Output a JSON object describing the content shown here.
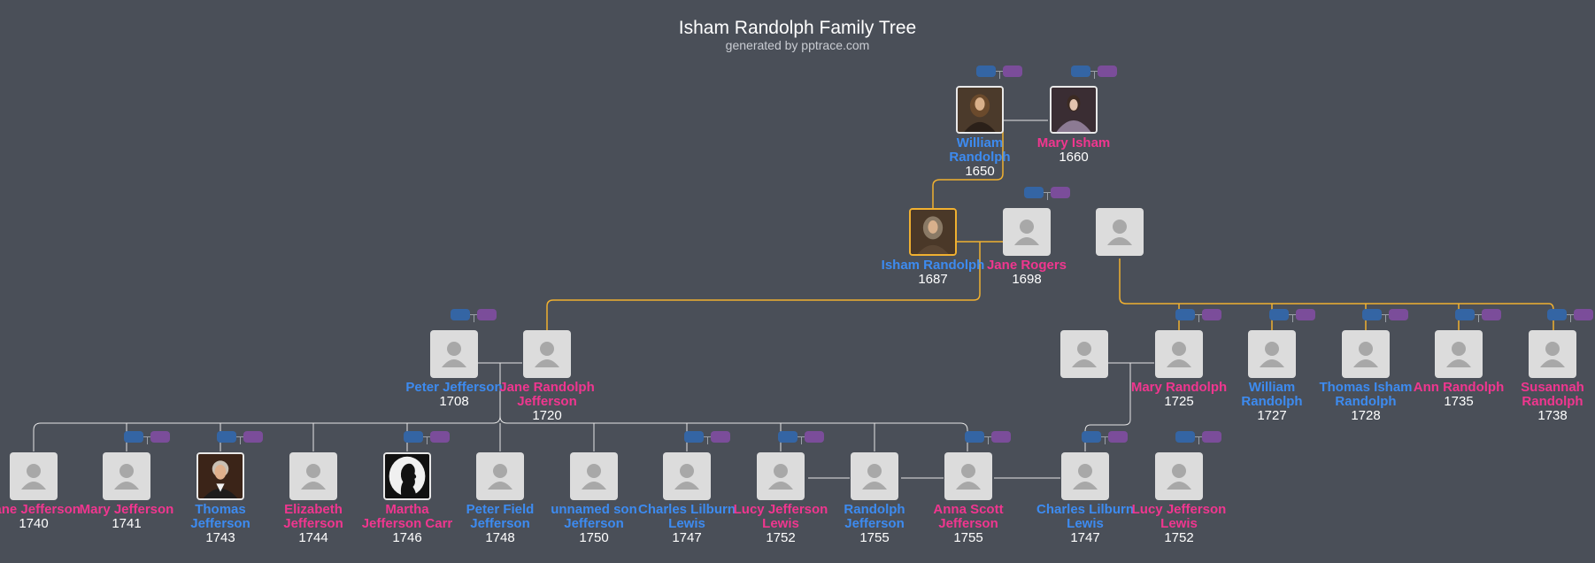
{
  "header": {
    "title": "Isham Randolph Family Tree",
    "subtitle": "generated by pptrace.com"
  },
  "colors": {
    "background": "#4a4f58",
    "male": "#3d8bf0",
    "female": "#f0368f",
    "ancestor_line": "#f0b030",
    "line": "#ffffff"
  },
  "people": {
    "william_randolph": {
      "name": "William Randolph",
      "year": "1650",
      "gender": "male"
    },
    "mary_isham": {
      "name": "Mary Isham",
      "year": "1660",
      "gender": "female"
    },
    "isham_randolph": {
      "name": "Isham Randolph",
      "year": "1687",
      "gender": "male"
    },
    "jane_rogers": {
      "name": "Jane Rogers",
      "year": "1698",
      "gender": "female"
    },
    "peter_jefferson": {
      "name": "Peter Jefferson",
      "year": "1708",
      "gender": "male"
    },
    "jane_randolph_jefferson": {
      "name": "Jane Randolph Jefferson",
      "year": "1720",
      "gender": "female"
    },
    "mary_randolph": {
      "name": "Mary Randolph",
      "year": "1725",
      "gender": "female"
    },
    "william_randolph_1727": {
      "name": "William Randolph",
      "year": "1727",
      "gender": "male"
    },
    "thomas_isham_randolph": {
      "name": "Thomas Isham Randolph",
      "year": "1728",
      "gender": "male"
    },
    "ann_randolph": {
      "name": "Ann Randolph",
      "year": "1735",
      "gender": "female"
    },
    "susannah_randolph": {
      "name": "Susannah Randolph",
      "year": "1738",
      "gender": "female"
    },
    "jane_jefferson": {
      "name": "Jane Jefferson",
      "year": "1740",
      "gender": "female"
    },
    "mary_jefferson": {
      "name": "Mary Jefferson",
      "year": "1741",
      "gender": "female"
    },
    "thomas_jefferson": {
      "name": "Thomas Jefferson",
      "year": "1743",
      "gender": "male"
    },
    "elizabeth_jefferson": {
      "name": "Elizabeth Jefferson",
      "year": "1744",
      "gender": "female"
    },
    "martha_jefferson_carr": {
      "name": "Martha Jefferson Carr",
      "year": "1746",
      "gender": "female"
    },
    "peter_field_jefferson": {
      "name": "Peter Field Jefferson",
      "year": "1748",
      "gender": "male"
    },
    "unnamed_son_jefferson": {
      "name": "unnamed son Jefferson",
      "year": "1750",
      "gender": "male"
    },
    "charles_lilburn_lewis_a": {
      "name": "Charles Lilburn Lewis",
      "year": "1747",
      "gender": "male"
    },
    "lucy_jefferson_lewis_a": {
      "name": "Lucy Jefferson Lewis",
      "year": "1752",
      "gender": "female"
    },
    "randolph_jefferson": {
      "name": "Randolph Jefferson",
      "year": "1755",
      "gender": "male"
    },
    "anna_scott_jefferson": {
      "name": "Anna Scott Jefferson",
      "year": "1755",
      "gender": "female"
    },
    "charles_lilburn_lewis_b": {
      "name": "Charles Lilburn Lewis",
      "year": "1747",
      "gender": "male"
    },
    "lucy_jefferson_lewis_b": {
      "name": "Lucy Jefferson Lewis",
      "year": "1752",
      "gender": "female"
    }
  }
}
